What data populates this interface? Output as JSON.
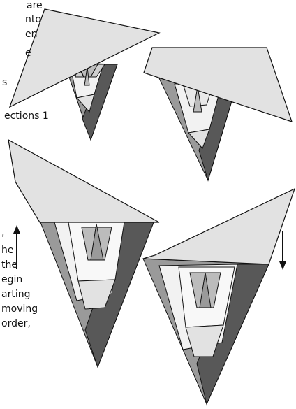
{
  "text_fragments": {
    "top_left_lines": [
      "are",
      "nto",
      "en",
      "e",
      "s"
    ],
    "sections_label": "ections 1",
    "lower_left_lines": [
      ",",
      "he",
      "the",
      "egin",
      "arting",
      "moving",
      " order,"
    ]
  },
  "colors": {
    "light_fill": "#e2e2e2",
    "pale_fill": "#f2f2f2",
    "mid_fill": "#bcbcbc",
    "medium_fill": "#9a9a9a",
    "dark_fill": "#585858",
    "stroke": "#111111"
  },
  "arrows": {
    "left": "up",
    "right": "down"
  }
}
